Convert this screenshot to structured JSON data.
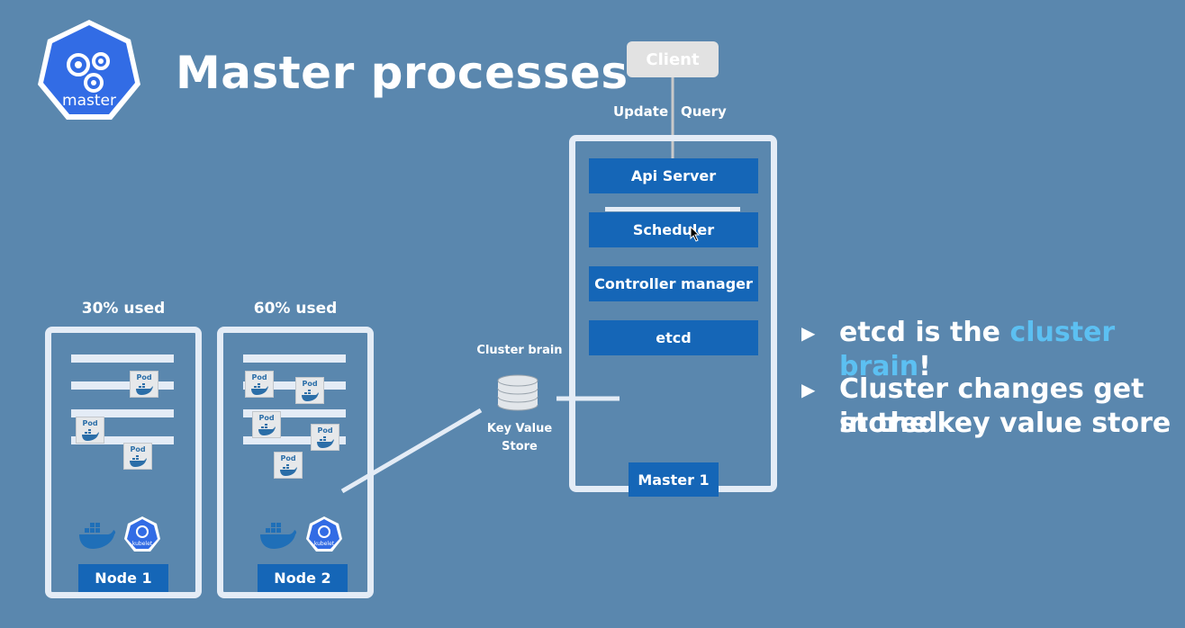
{
  "logo": {
    "label": "master"
  },
  "title": "Master processes",
  "nodes": [
    {
      "name": "Node 1",
      "usage": "30% used",
      "kubelet": "kubelet"
    },
    {
      "name": "Node 2",
      "usage": "60% used",
      "kubelet": "kubelet"
    }
  ],
  "pod_label": "Pod",
  "client": {
    "label": "Client",
    "update": "Update",
    "query": "Query"
  },
  "master": {
    "name": "Master 1",
    "components": [
      "Api Server",
      "Scheduler",
      "Controller manager",
      "etcd"
    ]
  },
  "store": {
    "caption_top": "Cluster brain",
    "caption_bottom_1": "Key Value",
    "caption_bottom_2": "Store"
  },
  "bullets": {
    "b1_pre": "etcd is the ",
    "b1_highlight": "cluster brain",
    "b1_post": "!",
    "b2_line1": "Cluster changes get stored",
    "b2_line2": "in the key value store"
  },
  "colors": {
    "background": "#5a87ae",
    "block_blue": "#1566b7",
    "frame": "#e4ecf6",
    "highlight": "#5cc0f2"
  }
}
